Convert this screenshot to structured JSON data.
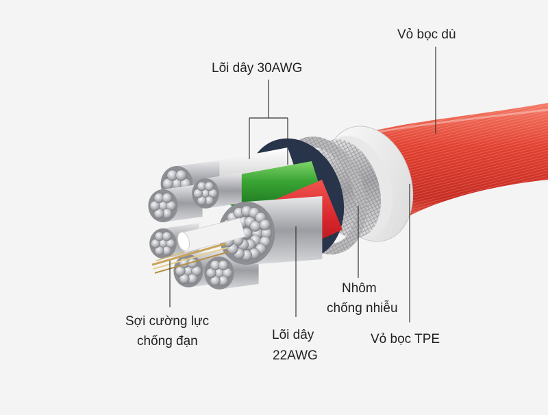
{
  "labels": {
    "outer_braid": "Vỏ bọc dù",
    "core_30awg": "Lõi dây 30AWG",
    "aramid_line1": "Sợi cường lực",
    "aramid_line2": "chống đạn",
    "core_22awg_line1": "Lõi dây",
    "core_22awg_line2": "22AWG",
    "aluminum_line1": "Nhôm",
    "aluminum_line2": "chống nhiễu",
    "tpe_jacket": "Vỏ bọc TPE"
  },
  "colors": {
    "background": "#f4f4f4",
    "braid_red": "#e2402f",
    "tpe_white": "#f2f2f2",
    "core_green": "#3aa534",
    "core_red": "#d9262b",
    "aluminum": "#c3c3c6",
    "copper": "#b9bbbf",
    "leader": "#333333"
  }
}
